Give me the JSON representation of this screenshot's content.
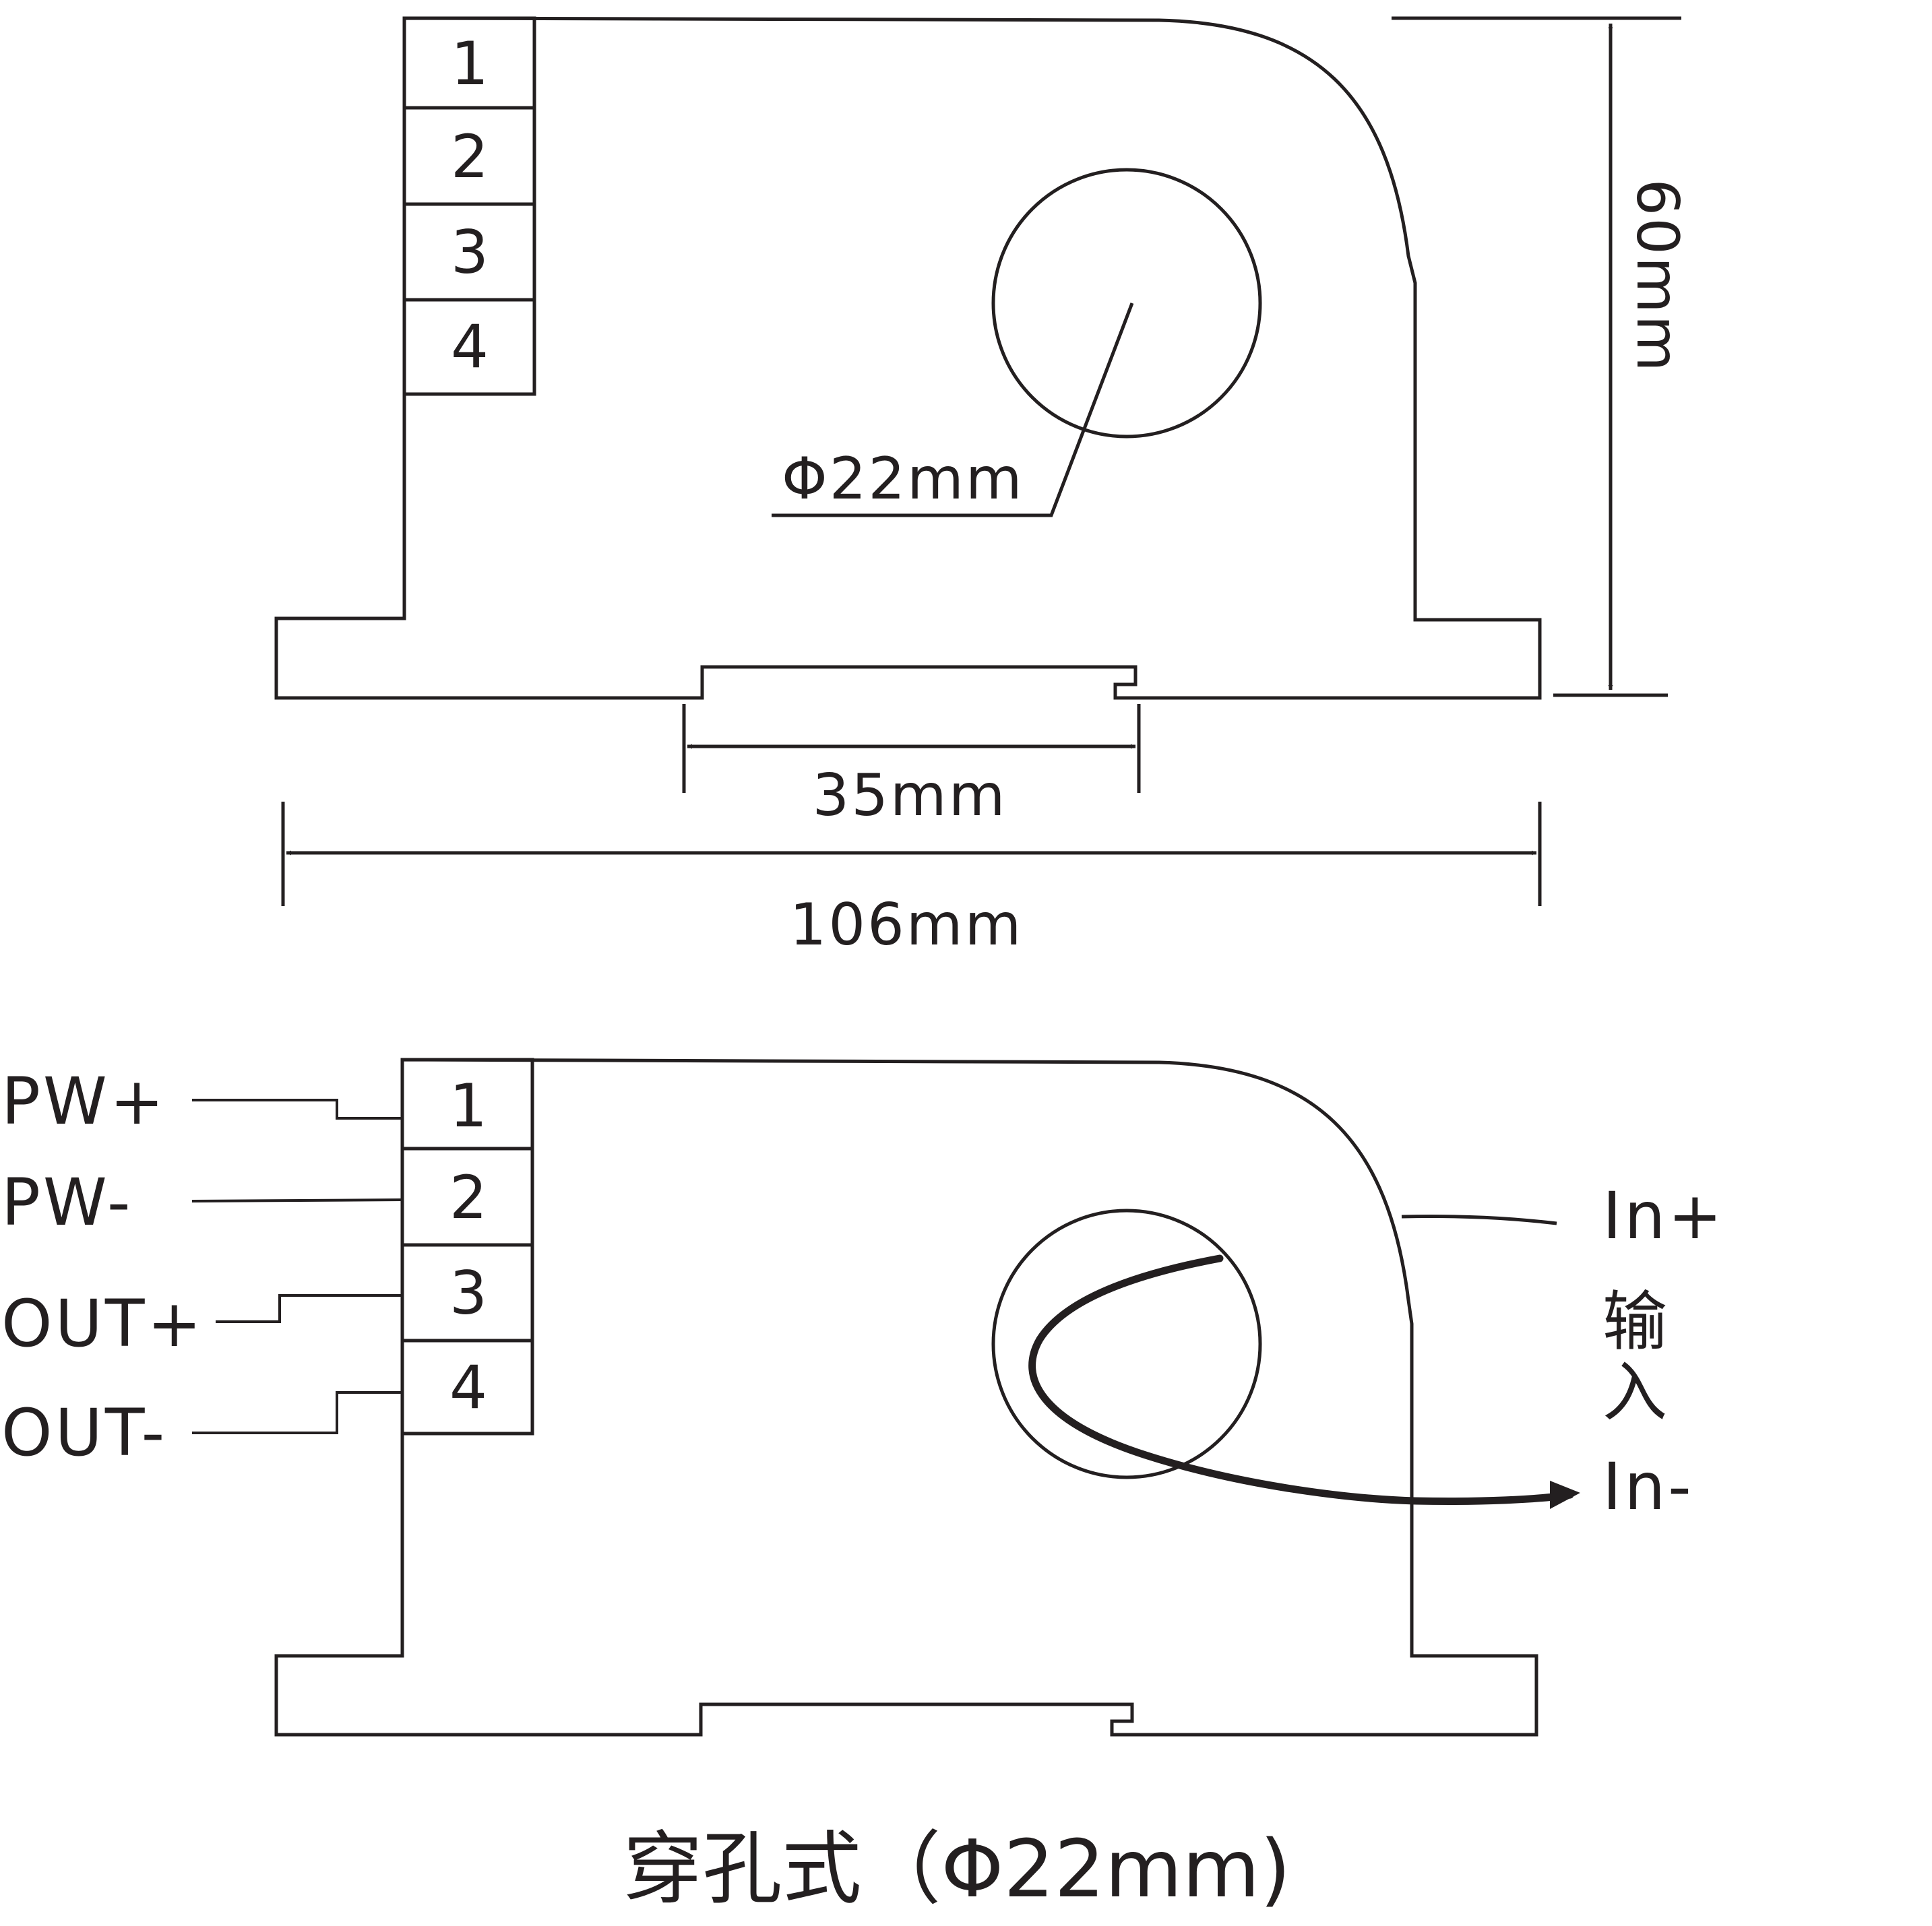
{
  "top_view": {
    "terminals": [
      "1",
      "2",
      "3",
      "4"
    ],
    "hole_diameter_label": "Φ22mm",
    "height_label": "60mm",
    "mount_spacing_label": "35mm",
    "width_label": "106mm"
  },
  "wiring_view": {
    "terminals": [
      "1",
      "2",
      "3",
      "4"
    ],
    "pin_labels": [
      "PW+",
      "PW-",
      "OUT+",
      "OUT-"
    ],
    "input_plus": "In+",
    "input_label": "输入",
    "input_label_chars": [
      "输",
      "入"
    ],
    "input_minus": "In-"
  },
  "caption": "穿孔式（Φ22mm)",
  "colors": {
    "line": "#231f20",
    "background": "#ffffff"
  }
}
